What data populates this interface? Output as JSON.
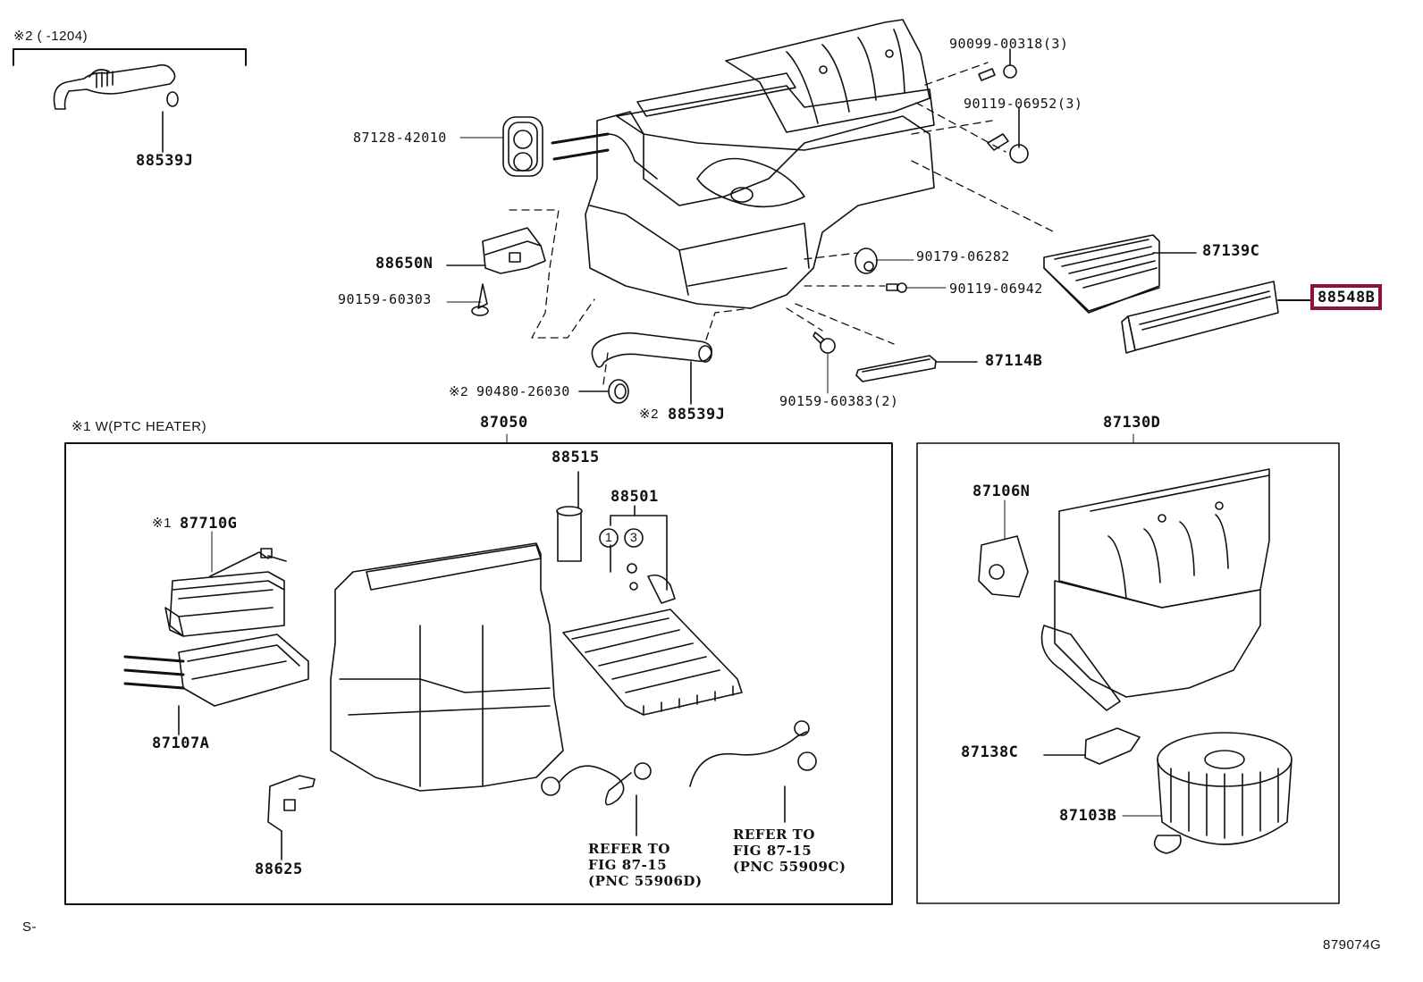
{
  "diagram": {
    "figure_id": "879074G",
    "corner_mark": "S-",
    "highlight_color": "#8b1338",
    "notes": {
      "note2_range": "※2 (      -1204)",
      "note1_ptc": "※1 W(PTC HEATER)"
    },
    "top_labels": {
      "p88539J_top": "88539J",
      "p87128": "87128-42010",
      "p88650N": "88650N",
      "p90159_60303": "90159-60303",
      "p90099": "90099-00318(3)",
      "p90119_06952": "90119-06952(3)",
      "p90179": "90179-06282",
      "p90119_06942": "90119-06942",
      "p87139C": "87139C",
      "p88548B": "88548B",
      "p87114B": "87114B",
      "p90159_60383": "90159-60383(2)",
      "p90480_prefix": "※2",
      "p90480": "90480-26030",
      "p88539J_bottom_prefix": "※2",
      "p88539J_bottom": "88539J"
    },
    "left_box": {
      "title": "87050",
      "labels": {
        "p88515": "88515",
        "p88501": "88501",
        "circle1": "1",
        "circle3": "3",
        "p87710G_prefix": "※1",
        "p87710G": "87710G",
        "p87107A": "87107A",
        "p88625": "88625"
      },
      "refs": [
        "REFER TO\nFIG 87-15\n(PNC 55906D)",
        "REFER TO\nFIG 87-15\n(PNC 55909C)"
      ]
    },
    "right_box": {
      "title": "87130D",
      "labels": {
        "p87106N": "87106N",
        "p87138C": "87138C",
        "p87103B": "87103B"
      }
    },
    "selected_part": "88548B"
  }
}
